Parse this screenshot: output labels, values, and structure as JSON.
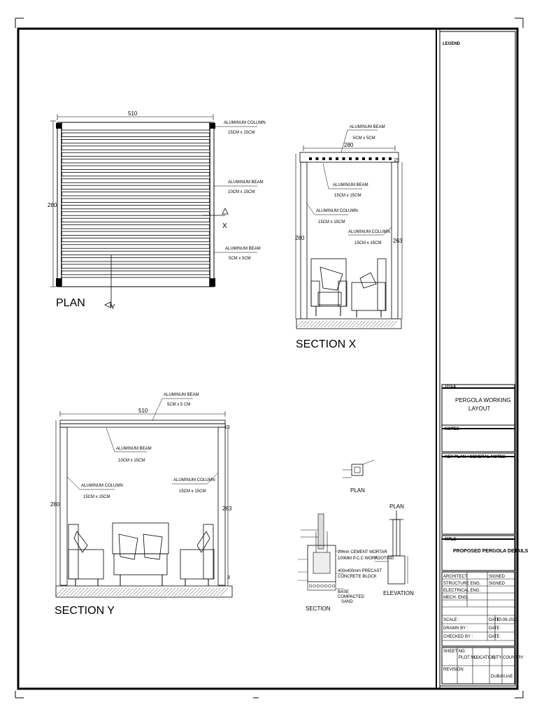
{
  "plan": {
    "title": "PLAN",
    "width_dim": "510",
    "height_dim": "280",
    "col_label": "ALUMINUM COLUMN",
    "col_size": "15CM x 15CM",
    "beam_label": "ALUMINUM BEAM",
    "beam_size": "10CM x 15CM",
    "beam2_label": "ALUMINUM BEAM",
    "beam2_size": "5CM x 5CM",
    "cut_x": "X",
    "cut_y": "Y"
  },
  "section_x": {
    "title": "SECTION X",
    "beam_top_label": "ALUMINUM BEAM",
    "beam_top_size": "5CM x 5CM",
    "width_dim": "280",
    "beam_label": "ALUMINUM BEAM",
    "beam_size": "15CM x 15CM",
    "col_label": "ALUMINUM COLUMN",
    "col_size": "15CM x 15CM",
    "col2_label": "ALUMINUM COLUMN",
    "col2_size": "15CM x 15CM",
    "height_dim": "280",
    "height2_dim": "263",
    "top_dim": "15"
  },
  "section_y": {
    "title": "SECTION Y",
    "beam_top_label": "ALUMINUM BEAM",
    "beam_top_size": "5CM x 5 CM",
    "width_dim": "510",
    "beam_label": "ALUMINUM BEAM",
    "beam_size": "10CM x 15CM",
    "col_label": "ALUMINUM COLUMN",
    "col_size": "15CM x 15CM",
    "col2_label": "ALUMINUM COLUMN",
    "col2_size": "15CM x 15CM",
    "height_dim": "280",
    "height2_dim": "263",
    "top_dim": "15",
    "bottom_dim": "3"
  },
  "footing": {
    "plan_label_small": "PLAN",
    "plan_label": "PLAN",
    "section_label": "SECTION",
    "elevation_label": "ELEVATION",
    "footing_label": "FOOTING",
    "note1": "20mm CEMENT MORTAR",
    "note2": "100MM P.C.C WORK",
    "note3": "400x400mm PRECAST",
    "note4": "CONCRETE BLOCK",
    "note5": "BASE",
    "note6": "COMPACTED",
    "note7": "SAND"
  },
  "titleblock": {
    "legend": "LEGEND",
    "title_header": "TITLE",
    "drawing_title_line1": "PERGOLA WORKING",
    "drawing_title_line2": "LAYOUT",
    "notes": "NOTES",
    "key_plan": "KEY PLAN / GENERAL NOTES",
    "sheet_header": "TITLE",
    "sheet_title": "PROPOSED PERGOLA DETAILS",
    "architect": "ARCHITECT",
    "structure": "STRUCTURE ENG.",
    "electrical": "ELECTRICAL ENG.",
    "mech": "MECH. ENG.",
    "signed": "SIGNED",
    "signed2": "SIGNED",
    "scale": "SCALE :",
    "drawn_by": "DRAWN BY :",
    "checked_by": "CHECKED BY :",
    "date_label": "DATE",
    "date_value": "10-09-2022",
    "date2": "DATE",
    "date3": "DATE",
    "sheet_no": "SHEET NO.",
    "plot_no": "PLOT NO.",
    "location": "LOCATION",
    "city": "CITY",
    "country": "COUNTRY",
    "revision": "REVISION",
    "city_value": "DUBAI",
    "country_value": "UAE"
  }
}
